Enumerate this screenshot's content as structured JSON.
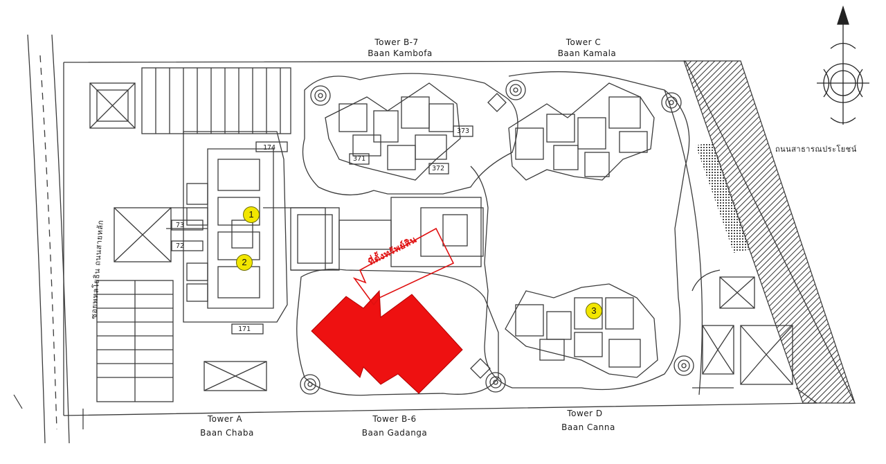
{
  "towers": [
    {
      "id": "a",
      "tower": "Tower A",
      "baan": "Baan Chaba"
    },
    {
      "id": "b6",
      "tower": "Tower B-6",
      "baan": "Baan Gadanga"
    },
    {
      "id": "b7",
      "tower": "Tower B-7",
      "baan": "Baan Kambofa"
    },
    {
      "id": "c",
      "tower": "Tower C",
      "baan": "Baan Kamala"
    },
    {
      "id": "d",
      "tower": "Tower D",
      "baan": "Baan Canna"
    }
  ],
  "markers": [
    "1",
    "2",
    "3"
  ],
  "unit_numbers": [
    "174",
    "73",
    "72",
    "171",
    "371",
    "372",
    "373"
  ],
  "annotations": {
    "property_location": "ที่ตั้งทรัพย์สิน",
    "road_right": "ถนนสาธารณประโยชน์",
    "road_left": "ซอยพหลโยธิน ถนนสายหลัก"
  },
  "colors": {
    "property_highlight": "#ee1111",
    "marker_fill": "#f2e600",
    "line": "#3a3a3a"
  },
  "icons": [
    "north-arrow-icon",
    "compass-rose-icon"
  ]
}
